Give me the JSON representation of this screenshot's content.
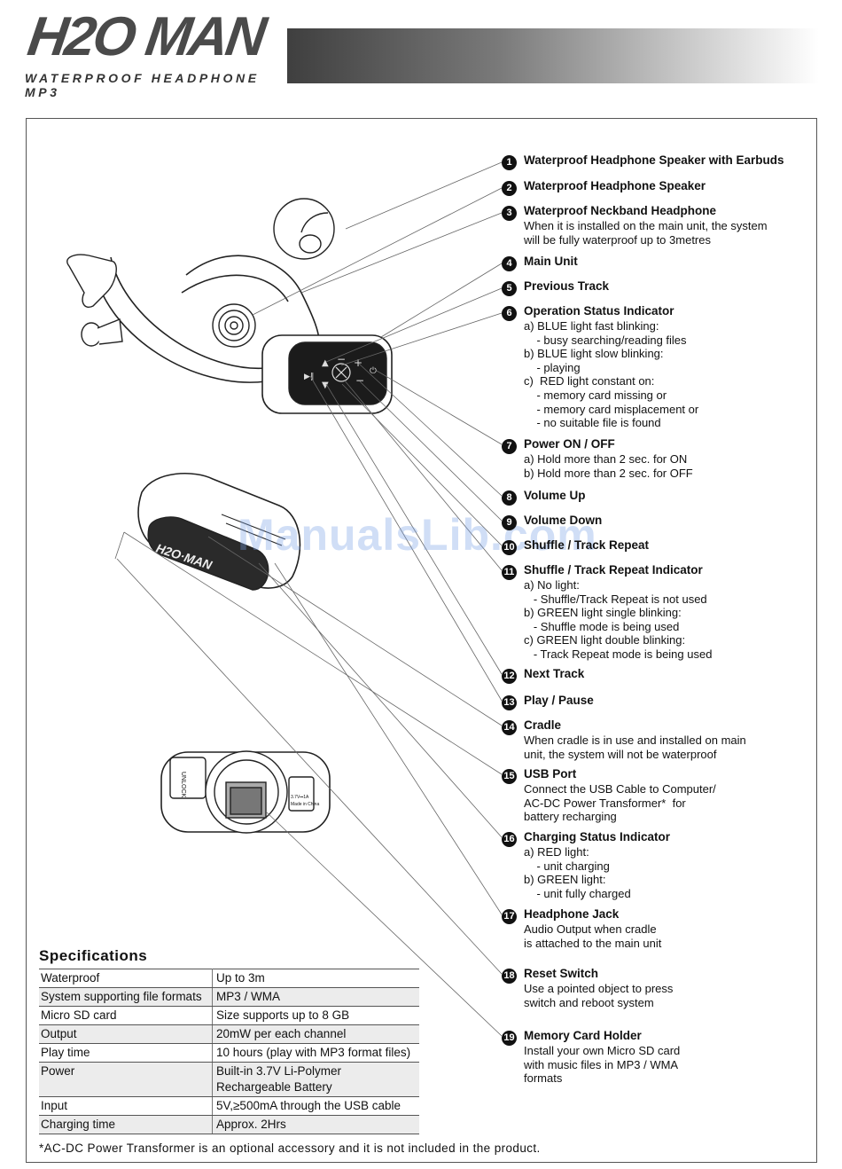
{
  "header": {
    "brand": "H2O MAN",
    "tagline": "WATERPROOF HEADPHONE MP3"
  },
  "watermark": "ManualsLib.com",
  "device_labels": {
    "unlock": "UNLOCK",
    "battery_spec": "3.7V⎓1A",
    "made_in": "Made in China"
  },
  "items": [
    {
      "num": "1",
      "title": "Waterproof Headphone Speaker  with Earbuds",
      "desc": ""
    },
    {
      "num": "2",
      "title": "Waterproof Headphone Speaker",
      "desc": ""
    },
    {
      "num": "3",
      "title": "Waterproof Neckband Headphone",
      "desc": "When it is installed on the main unit, the system\nwill be fully waterproof up to 3metres"
    },
    {
      "num": "4",
      "title": "Main Unit",
      "desc": ""
    },
    {
      "num": "5",
      "title": "Previous Track",
      "desc": ""
    },
    {
      "num": "6",
      "title": "Operation Status Indicator",
      "desc": "a) BLUE light fast blinking:\n    - busy searching/reading files\nb) BLUE light slow blinking:\n    - playing\nc)  RED light constant on:\n    - memory card missing or\n    - memory card misplacement or\n    - no suitable file is found"
    },
    {
      "num": "7",
      "title": "Power  ON / OFF",
      "desc": "a) Hold more than 2 sec. for ON\nb) Hold more than 2 sec. for OFF"
    },
    {
      "num": "8",
      "title": "Volume  Up",
      "desc": ""
    },
    {
      "num": "9",
      "title": "Volume  Down",
      "desc": ""
    },
    {
      "num": "10",
      "title": "Shuffle / Track Repeat",
      "desc": ""
    },
    {
      "num": "11",
      "title": "Shuffle / Track  Repeat  Indicator",
      "desc": "a) No light:\n   - Shuffle/Track Repeat is not used\nb) GREEN light single blinking:\n   - Shuffle mode is being used\nc) GREEN light double blinking:\n   - Track Repeat mode is being used"
    },
    {
      "num": "12",
      "title": "Next Track",
      "desc": ""
    },
    {
      "num": "13",
      "title": "Play / Pause",
      "desc": ""
    },
    {
      "num": "14",
      "title": "Cradle",
      "desc": "When cradle is in use and installed on main\nunit, the system will not be waterproof"
    },
    {
      "num": "15",
      "title": "USB Port",
      "desc": "Connect the USB Cable to Computer/\nAC-DC Power Transformer*  for\nbattery recharging"
    },
    {
      "num": "16",
      "title": "Charging Status Indicator",
      "desc": "a) RED light:\n    - unit charging\nb) GREEN light:\n    - unit fully charged"
    },
    {
      "num": "17",
      "title": "Headphone Jack",
      "desc": "Audio Output when cradle\nis attached to the main unit"
    },
    {
      "num": "18",
      "title": "Reset Switch",
      "desc": "Use a pointed object to press\nswitch and reboot system"
    },
    {
      "num": "19",
      "title": "Memory Card Holder",
      "desc": "Install your own Micro SD card\nwith music files in MP3 / WMA\nformats"
    }
  ],
  "specifications": {
    "title": "Specifications",
    "rows": [
      {
        "key": "Waterproof",
        "value": "Up to 3m"
      },
      {
        "key": "System supporting file formats",
        "value": "MP3 / WMA"
      },
      {
        "key": "Micro SD card",
        "value": "Size supports up to 8 GB"
      },
      {
        "key": "Output",
        "value": "20mW per each channel"
      },
      {
        "key": "Play time",
        "value": "10 hours (play with MP3 format files)"
      },
      {
        "key": "Power",
        "value": "Built-in 3.7V Li-Polymer",
        "value2": "Rechargeable Battery"
      },
      {
        "key": "Input",
        "value": "5V,≥500mA through the USB cable"
      },
      {
        "key": "Charging time",
        "value": "Approx. 2Hrs"
      }
    ]
  },
  "footnote": "*AC-DC Power Transformer is an optional accessory and it is not included in the product."
}
